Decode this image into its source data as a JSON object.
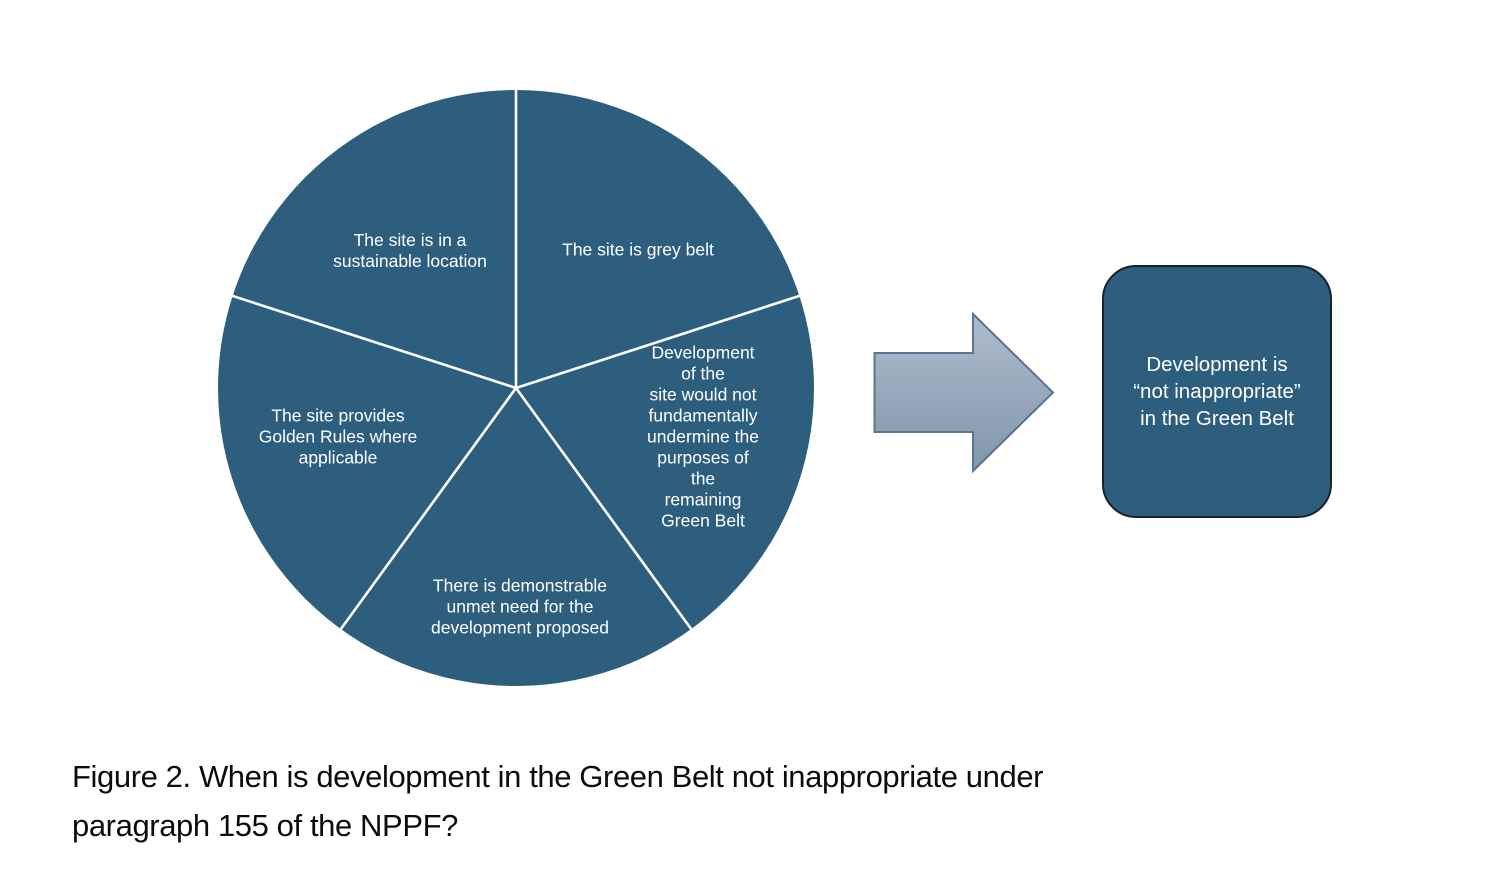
{
  "diagram": {
    "pie": {
      "fill_color": "#2d5e7e",
      "divider_color": "#ffffff",
      "slices": [
        {
          "name": "grey-belt",
          "lines": [
            "The site is grey belt"
          ]
        },
        {
          "name": "undermine",
          "lines": [
            "Development of the",
            "site would not",
            "fundamentally",
            "undermine the",
            "purposes of the",
            "remaining Green Belt"
          ]
        },
        {
          "name": "unmet-need",
          "lines": [
            "There is demonstrable",
            "unmet need for the",
            "development proposed"
          ]
        },
        {
          "name": "golden-rules",
          "lines": [
            "The site provides",
            "Golden Rules where",
            "applicable"
          ]
        },
        {
          "name": "sustainable",
          "lines": [
            "The site is in a",
            "sustainable location"
          ]
        }
      ]
    },
    "arrow": {
      "gradient_top": "#aebdcc",
      "gradient_bottom": "#8295aa",
      "border_color": "#587594"
    },
    "result_box": {
      "fill": "#2d5e7e",
      "border": "#17222d",
      "text_color": "#ffffff",
      "lines": [
        "Development is",
        "“not inappropriate”",
        "in the Green Belt"
      ]
    }
  },
  "caption": {
    "lines": [
      "Figure 2. When is development in the Green Belt not inappropriate under",
      "paragraph 155 of the NPPF?"
    ]
  }
}
